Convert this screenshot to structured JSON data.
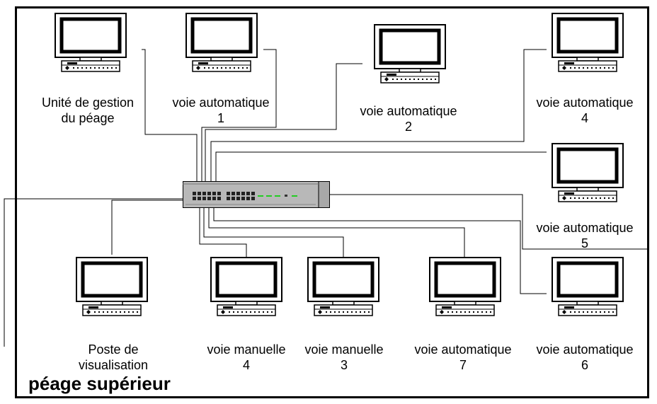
{
  "diagram": {
    "title": "péage supérieur",
    "stations": [
      {
        "id": "gestion",
        "line1": "Unité de gestion",
        "line2": "du péage"
      },
      {
        "id": "va1",
        "line1": "voie automatique",
        "line2": "1"
      },
      {
        "id": "va2",
        "line1": "voie automatique",
        "line2": "2"
      },
      {
        "id": "va4",
        "line1": "voie automatique",
        "line2": "4"
      },
      {
        "id": "va5",
        "line1": "voie automatique",
        "line2": "5"
      },
      {
        "id": "poste",
        "line1": "Poste de",
        "line2": "visualisation"
      },
      {
        "id": "vm4",
        "line1": "voie manuelle",
        "line2": "4"
      },
      {
        "id": "vm3",
        "line1": "voie manuelle",
        "line2": "3"
      },
      {
        "id": "va7",
        "line1": "voie automatique",
        "line2": "7"
      },
      {
        "id": "va6",
        "line1": "voie automatique",
        "line2": "6"
      }
    ]
  }
}
